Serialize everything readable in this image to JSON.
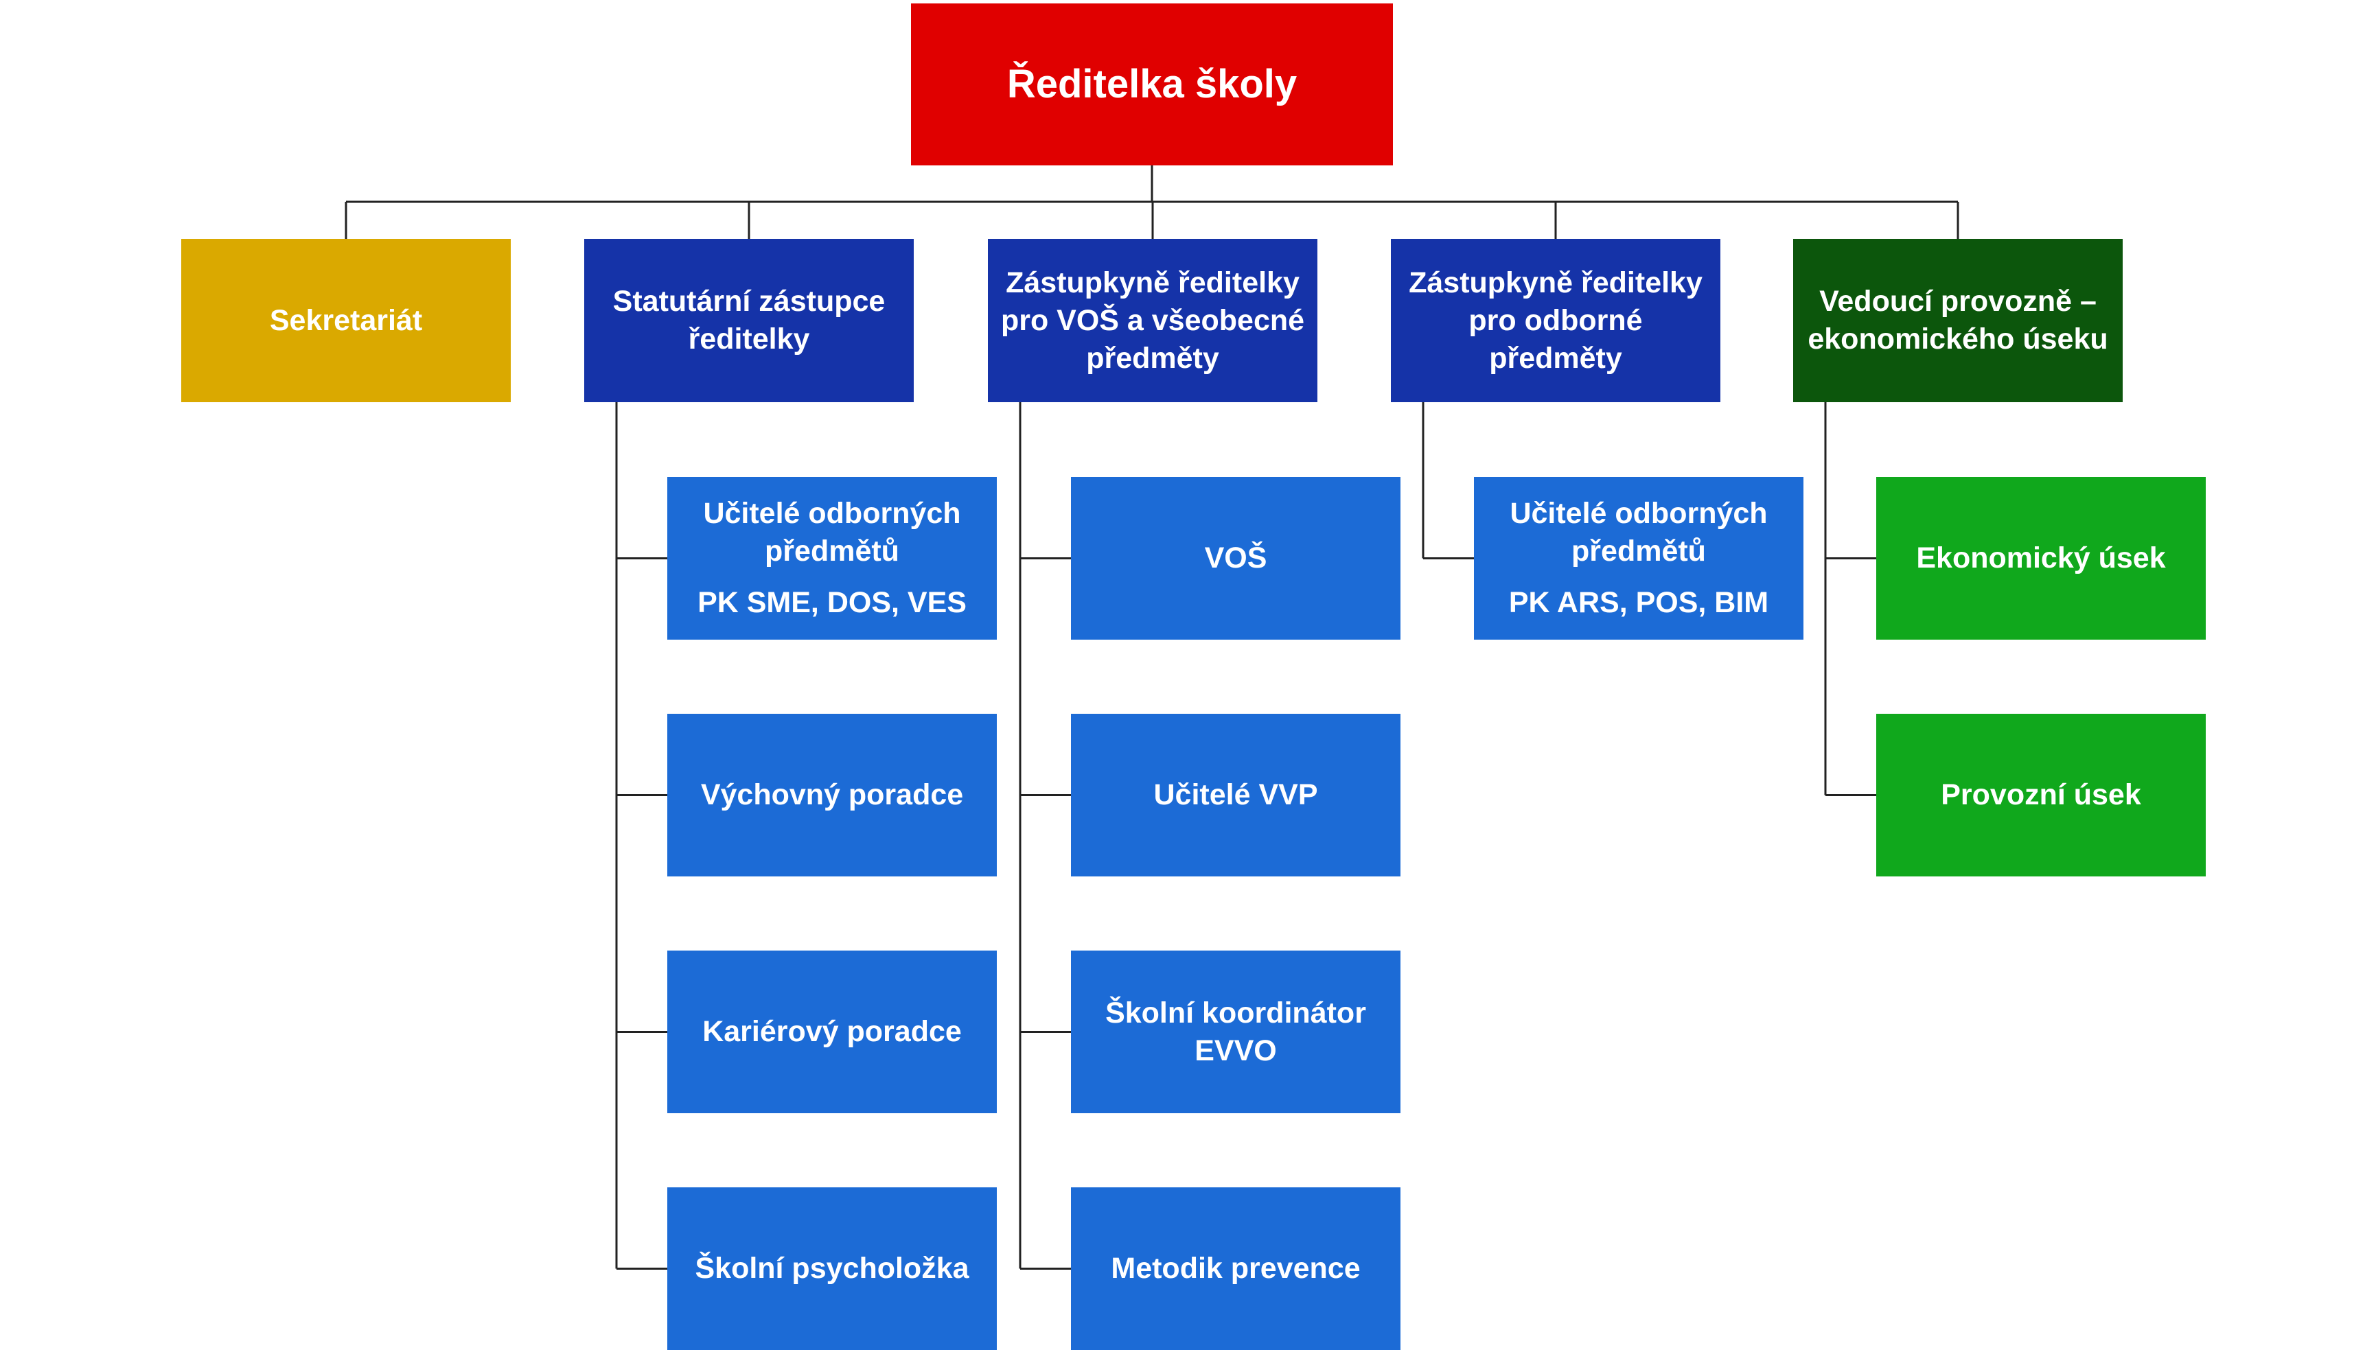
{
  "colors": {
    "root": "#E00000",
    "secretariat": "#DAA900",
    "deputy": "#1533A8",
    "unit": "#1C6BD6",
    "ops_head": "#0C560C",
    "ops_unit": "#10A81C",
    "connector": "#222222"
  },
  "root": {
    "label": "Ředitelka školy"
  },
  "level1": [
    {
      "id": "sekretariat",
      "lines": [
        "Sekretariát"
      ]
    },
    {
      "id": "statutarni",
      "lines": [
        "Statutární zástupce",
        "ředitelky"
      ]
    },
    {
      "id": "zastupkyne-vos",
      "lines": [
        "Zástupkyně ředitelky",
        "pro VOŠ a všeobecné",
        "předměty"
      ]
    },
    {
      "id": "zastupkyne-odborne",
      "lines": [
        "Zástupkyně ředitelky",
        "pro odborné",
        "předměty"
      ]
    },
    {
      "id": "vedouci-provozne",
      "lines": [
        "Vedoucí provozně –",
        "ekonomického úseku"
      ]
    }
  ],
  "level2": {
    "statutarni": [
      {
        "lines": [
          "Učitelé odborných",
          "předmětů"
        ],
        "sub": "PK SME, DOS, VES"
      },
      {
        "lines": [
          "Výchovný poradce"
        ]
      },
      {
        "lines": [
          "Kariérový poradce"
        ]
      },
      {
        "lines": [
          "Školní psycholožka"
        ]
      }
    ],
    "zastupkyne-vos": [
      {
        "lines": [
          "VOŠ"
        ]
      },
      {
        "lines": [
          "Učitelé VVP"
        ]
      },
      {
        "lines": [
          "Školní koordinátor",
          "EVVO"
        ]
      },
      {
        "lines": [
          "Metodik prevence"
        ]
      }
    ],
    "zastupkyne-odborne": [
      {
        "lines": [
          "Učitelé odborných",
          "předmětů"
        ],
        "sub": "PK ARS, POS, BIM"
      }
    ],
    "vedouci-provozne": [
      {
        "lines": [
          "Ekonomický úsek"
        ]
      },
      {
        "lines": [
          "Provozní úsek"
        ]
      }
    ]
  }
}
